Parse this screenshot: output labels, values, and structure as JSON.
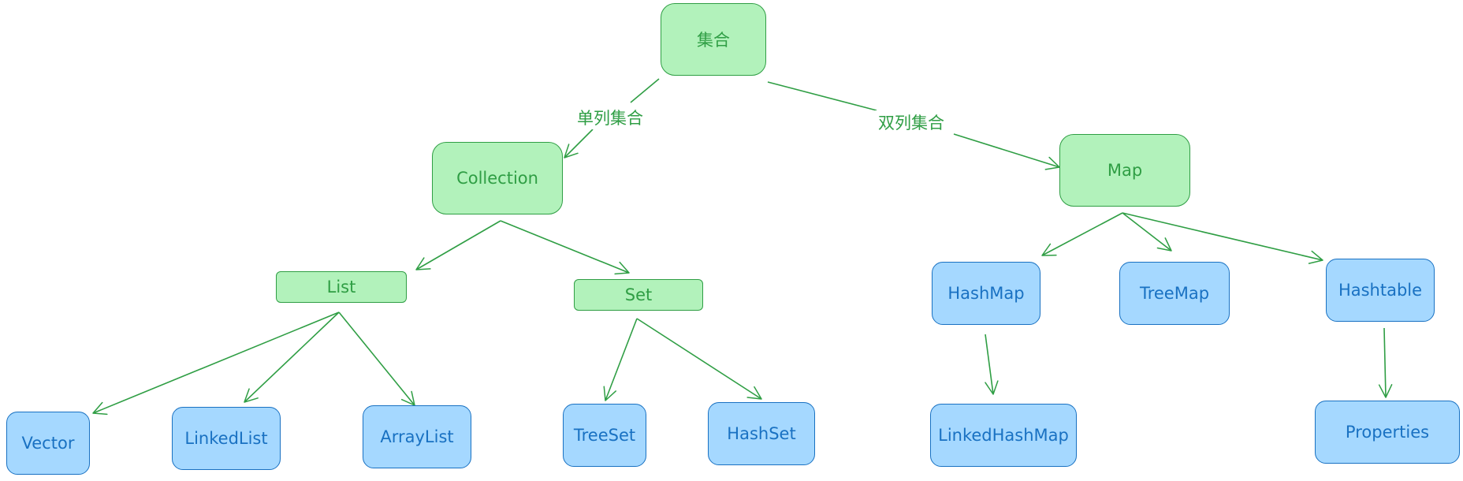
{
  "colors": {
    "category_fill": "#b2f2bb",
    "category_stroke": "#2f9e44",
    "impl_fill": "#a5d8ff",
    "impl_stroke": "#1971c2",
    "arrow": "#2f9e44"
  },
  "nodes": {
    "root": "集合",
    "collection": "Collection",
    "map": "Map",
    "list": "List",
    "set": "Set",
    "vector": "Vector",
    "linkedlist": "LinkedList",
    "arraylist": "ArrayList",
    "treeset": "TreeSet",
    "hashset": "HashSet",
    "hashmap": "HashMap",
    "treemap": "TreeMap",
    "hashtable": "Hashtable",
    "linkedhashmap": "LinkedHashMap",
    "properties": "Properties"
  },
  "edge_labels": {
    "single_column": "单列集合",
    "double_column": "双列集合"
  },
  "edges": [
    {
      "from": "root",
      "to": "collection",
      "label": "single_column"
    },
    {
      "from": "root",
      "to": "map",
      "label": "double_column"
    },
    {
      "from": "collection",
      "to": "list"
    },
    {
      "from": "collection",
      "to": "set"
    },
    {
      "from": "list",
      "to": "vector"
    },
    {
      "from": "list",
      "to": "linkedlist"
    },
    {
      "from": "list",
      "to": "arraylist"
    },
    {
      "from": "set",
      "to": "treeset"
    },
    {
      "from": "set",
      "to": "hashset"
    },
    {
      "from": "map",
      "to": "hashmap"
    },
    {
      "from": "map",
      "to": "treemap"
    },
    {
      "from": "map",
      "to": "hashtable"
    },
    {
      "from": "hashmap",
      "to": "linkedhashmap"
    },
    {
      "from": "hashtable",
      "to": "properties"
    }
  ]
}
